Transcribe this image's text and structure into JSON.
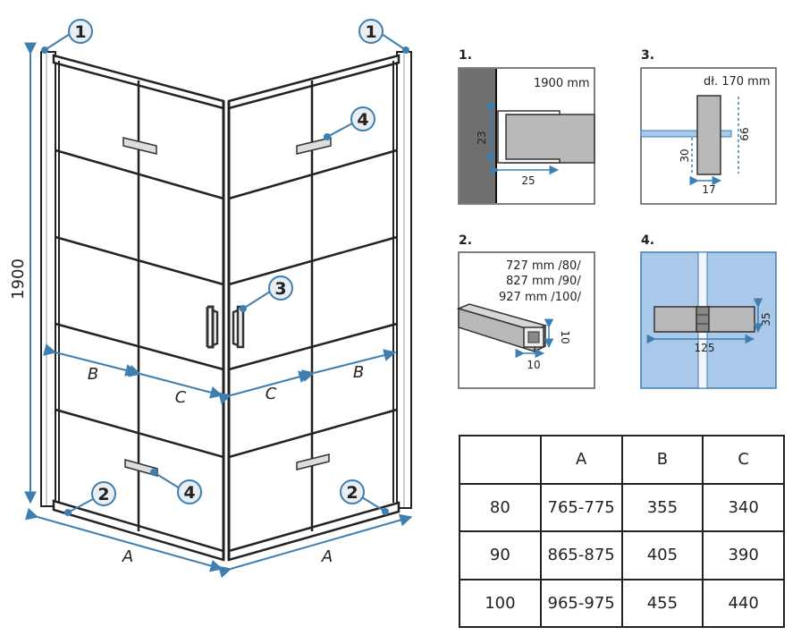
{
  "colors": {
    "frame": "#222222",
    "glass": "#ffffff",
    "accent": "#3f7fb0",
    "callout_fill": "#e9eef2",
    "wall": "#6f6f6f",
    "profile": "#b9b9b9",
    "glass_blue": "#a9c8ea"
  },
  "main_drawing": {
    "height_label": "1900",
    "dim_a_left": "A",
    "dim_a_right": "A",
    "dim_b_left": "B",
    "dim_b_right": "B",
    "dim_c_left": "C",
    "dim_c_right": "C"
  },
  "callouts": {
    "c1_left": "1",
    "c1_right": "1",
    "c2_left": "2",
    "c2_right": "2",
    "c3": "3",
    "c4_top": "4",
    "c4_bottom": "4"
  },
  "details": {
    "d1": {
      "number": "1.",
      "height_text": "1900 mm",
      "dim_vertical": "23",
      "dim_horizontal": "25"
    },
    "d2": {
      "number": "2.",
      "len_80": "727 mm /80/",
      "len_90": "827 mm /90/",
      "len_100": "927 mm /100/",
      "dim_vertical": "10",
      "dim_horizontal": "10"
    },
    "d3": {
      "number": "3.",
      "length_text": "dł. 170 mm",
      "dim_height": "66",
      "dim_offset": "30",
      "dim_width": "17"
    },
    "d4": {
      "number": "4.",
      "dim_height": "35",
      "dim_length": "125"
    }
  },
  "dims_table": {
    "headers": [
      "",
      "A",
      "B",
      "C"
    ],
    "rows": [
      [
        "80",
        "765-775",
        "355",
        "340"
      ],
      [
        "90",
        "865-875",
        "405",
        "390"
      ],
      [
        "100",
        "965-975",
        "455",
        "440"
      ]
    ]
  }
}
